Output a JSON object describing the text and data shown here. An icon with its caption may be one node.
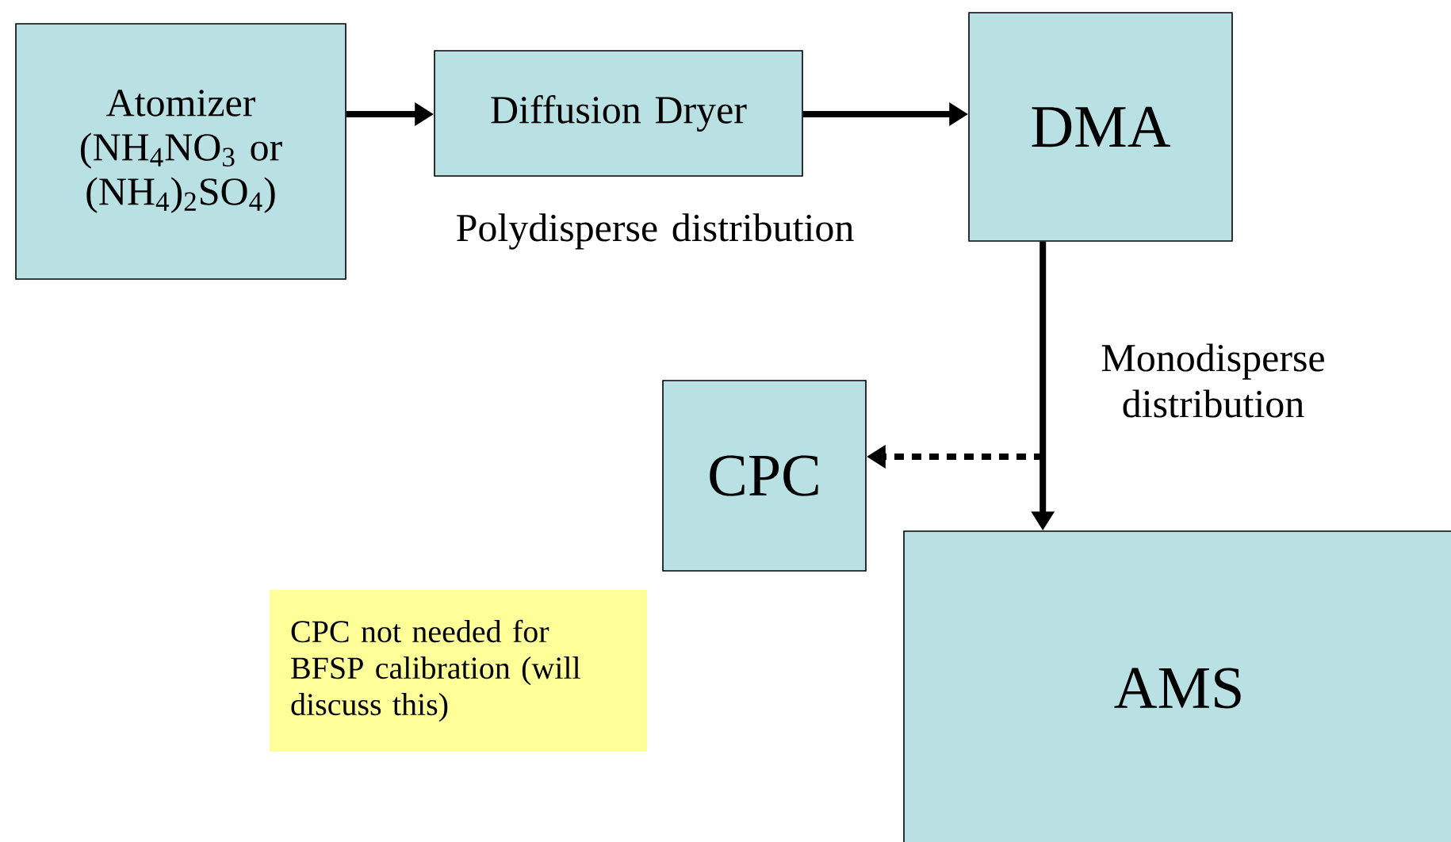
{
  "diagram": {
    "nodes": [
      {
        "text": [
          "Atomizer (NH$_{4}$NO$_{3}$ or (NH$_{4}$)$_{2}$SO$_{4}$)"
        ]
      },
      {
        "text": [
          "Diffusion Dryer"
        ]
      },
      {
        "text": [
          "DMA"
        ]
      },
      {
        "text": [
          "CPC"
        ]
      },
      {
        "text": [
          "AMS"
        ]
      },
      {
        "text": [
          "CPC not needed for BFSP calibration (will discuss this)"
        ]
      }
    ],
    "edges": [
      {
        "from": 0,
        "to": 1,
        "arrow": "to"
      },
      {
        "from": 1,
        "to": 2,
        "arrow": "to"
      },
      {
        "from": 2,
        "to": 4,
        "arrow": "to",
        "label": "Monodisperse distribution"
      },
      {
        "from": null,
        "to": 3,
        "arrow": "to",
        "style": "dashed"
      }
    ],
    "labels": [
      "Polydisperse distribution"
    ]
  }
}
